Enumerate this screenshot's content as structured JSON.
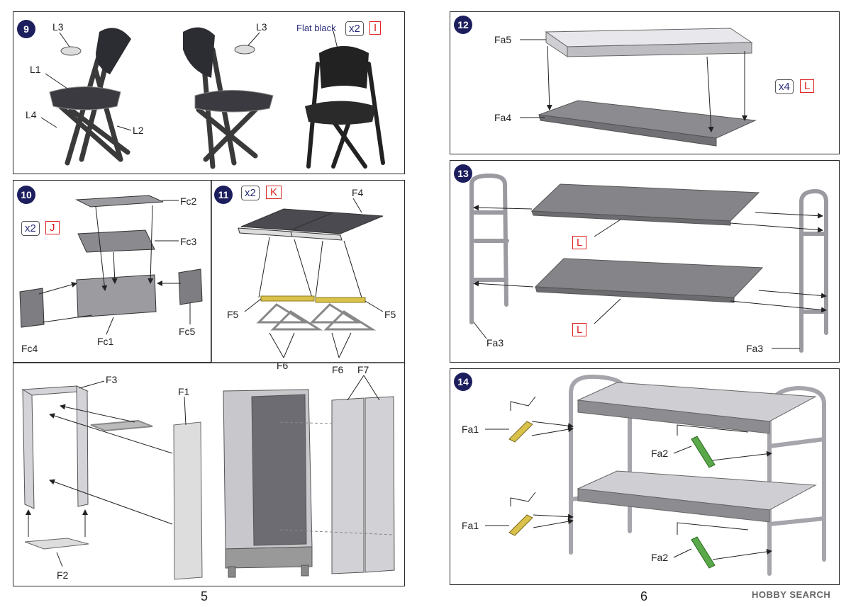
{
  "steps": {
    "s9": {
      "num": "9",
      "note": "Flat black",
      "qty": "x2",
      "code": "I",
      "labels": {
        "l3a": "L3",
        "l3b": "L3",
        "l1": "L1",
        "l4": "L4",
        "l2": "L2"
      }
    },
    "s10": {
      "num": "10",
      "qty": "x2",
      "code": "J",
      "labels": {
        "fc2": "Fc2",
        "fc3": "Fc3",
        "fc4": "Fc4",
        "fc1": "Fc1",
        "fc5": "Fc5"
      }
    },
    "s11": {
      "num": "11",
      "qty": "x2",
      "code": "K",
      "labels": {
        "f4": "F4",
        "f5a": "F5",
        "f5b": "F5",
        "f6a": "F6",
        "f6b": "F6"
      }
    },
    "locker": {
      "labels": {
        "f3": "F3",
        "f1": "F1",
        "f2": "F2",
        "f7": "F7"
      }
    },
    "s12": {
      "num": "12",
      "qty": "x4",
      "code": "L",
      "labels": {
        "fa5": "Fa5",
        "fa4": "Fa4"
      }
    },
    "s13": {
      "num": "13",
      "code_top": "L",
      "code_bottom": "L",
      "labels": {
        "fa3a": "Fa3",
        "fa3b": "Fa3"
      }
    },
    "s14": {
      "num": "14",
      "labels": {
        "fa1a": "Fa1",
        "fa2a": "Fa2",
        "fa1b": "Fa1",
        "fa2b": "Fa2"
      }
    }
  },
  "pages": {
    "left": "5",
    "right": "6"
  },
  "watermark": "HOBBY SEARCH"
}
